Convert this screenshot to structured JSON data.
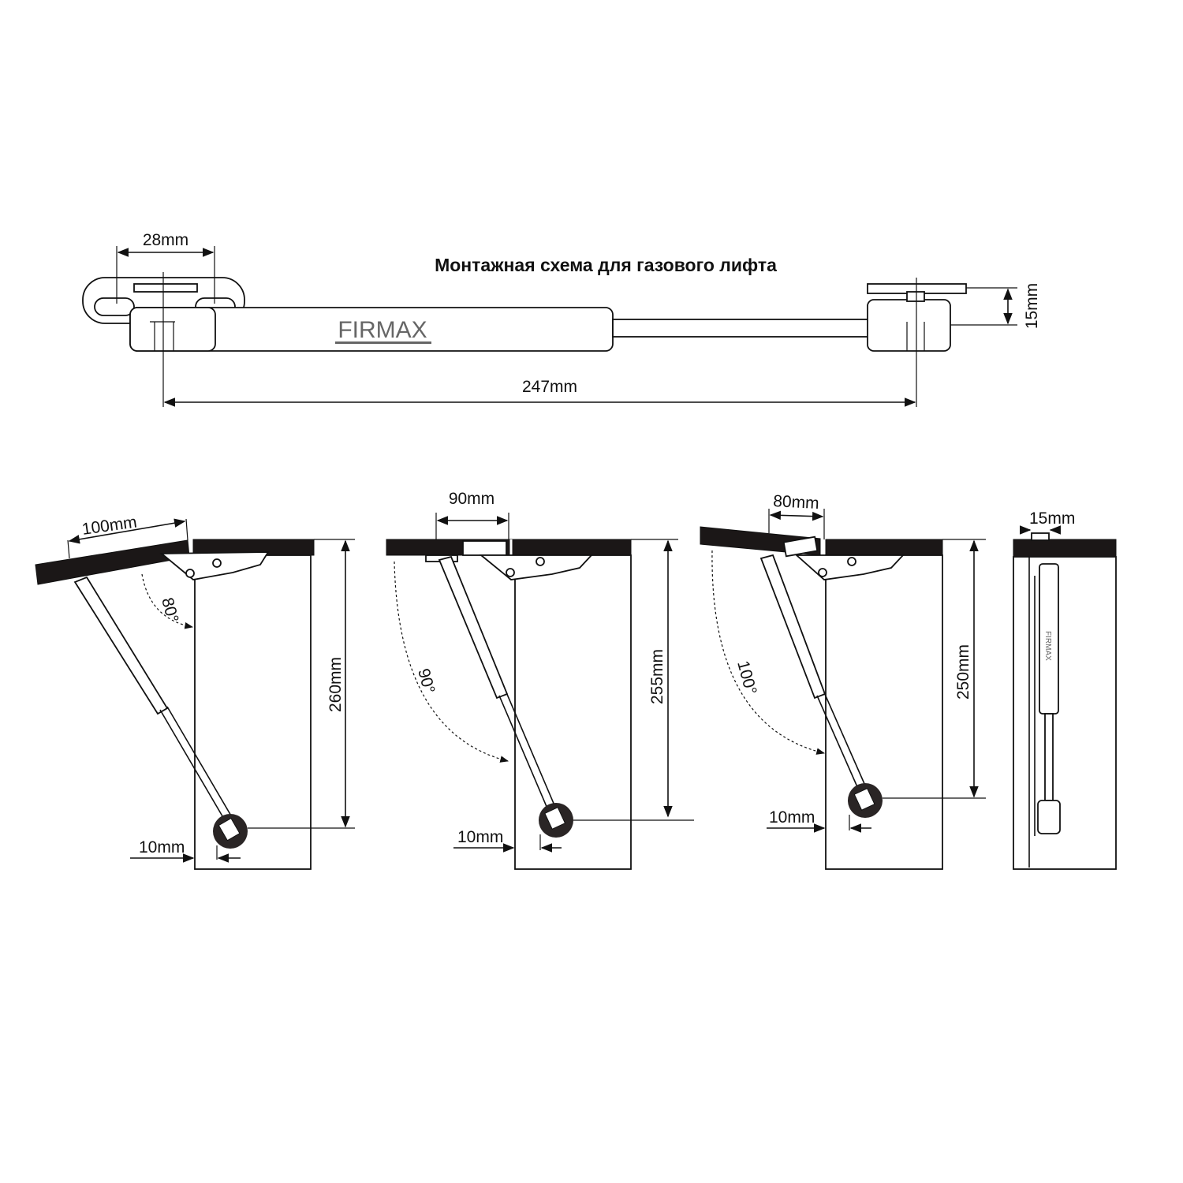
{
  "title": "Монтажная схема для газового лифта",
  "logo": "FIRMAX",
  "top_view": {
    "width_bracket": "28mm",
    "length": "247mm",
    "height_plate": "15mm"
  },
  "panels": [
    {
      "lid_offset": "100mm",
      "angle": "80°",
      "height": "260mm",
      "side_offset": "10mm"
    },
    {
      "lid_offset": "90mm",
      "angle": "90°",
      "height": "255mm",
      "side_offset": "10mm"
    },
    {
      "lid_offset": "80mm",
      "angle": "100°",
      "height": "250mm",
      "side_offset": "10mm"
    },
    {
      "top_offset": "15mm"
    }
  ],
  "colors": {
    "board": "#1b1717",
    "line": "#111111"
  }
}
